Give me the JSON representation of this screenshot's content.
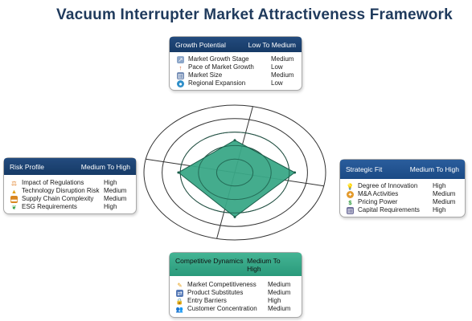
{
  "title": "Vacuum Interrupter Market Attractiveness Framework",
  "colors": {
    "title": "#1f3a5c",
    "header_navy": "#1e4575",
    "header_teal": "#38aa8a",
    "radar_fill": "#3aa887",
    "radar_stroke": "#1b5e4a",
    "rings": "#333333"
  },
  "cards": {
    "growth": {
      "label": "Growth Potential",
      "level": "Low To Medium",
      "items": [
        {
          "name": "Market Growth Stage",
          "value": "Medium",
          "icon": "line-chart-icon"
        },
        {
          "name": "Pace of Market Growth",
          "value": "Low",
          "icon": "arrow-up-icon"
        },
        {
          "name": "Market Size",
          "value": "Medium",
          "icon": "building-icon"
        },
        {
          "name": "Regional Expansion",
          "value": "Low",
          "icon": "globe-icon"
        }
      ]
    },
    "risk": {
      "label": "Risk Profile",
      "level": "Medium To High",
      "items": [
        {
          "name": "Impact of Regulations",
          "value": "High",
          "icon": "scales-icon"
        },
        {
          "name": "Technology Disruption Risk",
          "value": "Medium",
          "icon": "warning-icon"
        },
        {
          "name": "Supply Chain Complexity",
          "value": "Medium",
          "icon": "truck-icon"
        },
        {
          "name": "ESG Requirements",
          "value": "High",
          "icon": "leaf-icon"
        }
      ]
    },
    "strategic": {
      "label": "Strategic Fit",
      "level": "Medium To High",
      "items": [
        {
          "name": "Degree of Innovation",
          "value": "High",
          "icon": "lightbulb-icon"
        },
        {
          "name": "M&A Activities",
          "value": "Medium",
          "icon": "handshake-icon"
        },
        {
          "name": "Pricing Power",
          "value": "Medium",
          "icon": "dollar-icon"
        },
        {
          "name": "Capital Requirements",
          "value": "High",
          "icon": "bank-icon"
        }
      ]
    },
    "competitive": {
      "label": "Competitive Dynamics -",
      "level": "Medium To High",
      "items": [
        {
          "name": "Market Competitiveness",
          "value": "Medium",
          "icon": "pencil-icon"
        },
        {
          "name": "Product Substitutes",
          "value": "Medium",
          "icon": "swap-icon"
        },
        {
          "name": "Entry Barriers",
          "value": "High",
          "icon": "lock-icon"
        },
        {
          "name": "Customer Concentration",
          "value": "Medium",
          "icon": "people-icon"
        }
      ]
    }
  },
  "radar": {
    "rings": 5,
    "scale_max": 5,
    "axes": [
      "Growth Potential",
      "Strategic Fit",
      "Competitive Dynamics",
      "Risk Profile"
    ],
    "values": [
      2.4,
      3.3,
      3.3,
      3.1
    ]
  }
}
